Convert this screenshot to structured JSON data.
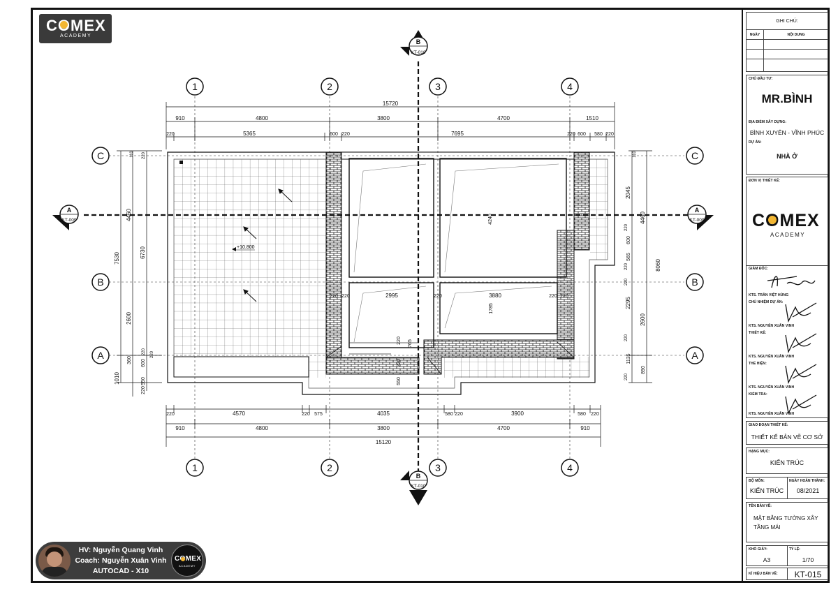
{
  "logo": {
    "word": "COMEX",
    "sub": "ACADEMY",
    "accent": "#f2b632"
  },
  "grid_axes": {
    "columns": [
      "1",
      "2",
      "3",
      "4"
    ],
    "rows": [
      "C",
      "B",
      "A"
    ]
  },
  "section_markers": {
    "B_top": {
      "letter": "B",
      "ref": "KT-010"
    },
    "B_bottom": {
      "letter": "B",
      "ref": "KT-010"
    },
    "A_left": {
      "letter": "A",
      "ref": "KT-009"
    },
    "A_right": {
      "letter": "A",
      "ref": "KT-009"
    }
  },
  "dimensions": {
    "top_total": "15720",
    "top_row1": [
      "910",
      "4800",
      "3800",
      "4700",
      "1510"
    ],
    "top_row2": [
      "220",
      "5365",
      "600",
      "220",
      "7695",
      "220",
      "600",
      "580",
      "220"
    ],
    "bottom_total": "15120",
    "bottom_row1": [
      "220",
      "4570",
      "220",
      "575",
      "4035",
      "580",
      "220",
      "3900",
      "580",
      "220"
    ],
    "bottom_row2": [
      "910",
      "4800",
      "3800",
      "4700",
      "910"
    ],
    "left_outer": [
      "7530",
      "1010"
    ],
    "left_inner": [
      "4460",
      "2600",
      "360"
    ],
    "left_mid": [
      "6730",
      "600",
      "550",
      "220"
    ],
    "left_small": [
      "110",
      "220",
      "220",
      "220"
    ],
    "right_outer": "8060",
    "right_inner": [
      "4460",
      "2600"
    ],
    "right_mid": [
      "2045",
      "600",
      "565",
      "2295",
      "1135",
      "890"
    ],
    "right_small": [
      "110",
      "220",
      "220",
      "220",
      "220",
      "220"
    ],
    "interior": [
      "4240",
      "2995",
      "3880",
      "1785",
      "220",
      "220",
      "220",
      "220",
      "220",
      "765",
      "220",
      "220",
      "550"
    ],
    "level": "+10.800"
  },
  "title_block": {
    "notes_label": "GHI CHÚ:",
    "notes_col_date": "NGÀY",
    "notes_col_content": "NỘI DUNG",
    "owner_label": "CHỦ ĐẦU TƯ:",
    "owner": "MR.BÌNH",
    "location_label": "ĐỊA ĐIỂM XÂY DỰNG:",
    "location": "BÌNH XUYÊN - VĨNH PHÚC",
    "project_label": "DỰ ÁN:",
    "project": "NHÀ Ở",
    "designer_unit_label": "ĐƠN VỊ THIẾT KẾ:",
    "director_label": "GIÁM ĐỐC:",
    "director": "KTS. TRẦN VIỆT HÙNG",
    "pm_label": "CHỦ NHIỆM DỰ ÁN:",
    "pm": "KTS. NGUYỄN XUÂN VINH",
    "design_label": "THIẾT KẾ:",
    "design": "KTS. NGUYỄN XUÂN VINH",
    "drafting_label": "THỂ HIỆN:",
    "drafting": "KTS. NGUYỄN XUÂN VINH",
    "check_label": "KIỂM TRA:",
    "check": "KTS. NGUYỄN XUÂN VINH",
    "stage_label": "GIAO ĐOẠN THIẾT KẾ:",
    "stage": "THIẾT KẾ BẢN VẼ CƠ SỞ",
    "item_label": "HẠNG MỤC:",
    "item": "KIẾN TRÚC",
    "dept_label": "BỘ MÔN:",
    "dept": "KIẾN TRÚC",
    "date_label": "NGÀY HOÀN THÀNH:",
    "date": "08/2021",
    "drawing_name_label": "TÊN BẢN VẼ:",
    "drawing_name_1": "MẶT BẰNG TƯỜNG XÂY",
    "drawing_name_2": "TẦNG MÁI",
    "paper_label": "KHỔ GIẤY:",
    "paper": "A3",
    "scale_label": "TỶ LỆ:",
    "scale": "1/70",
    "code_label": "KÍ HIỆU BẢN VẼ:",
    "code": "KT-015"
  },
  "badge": {
    "line1": "HV: Nguyễn Quang Vinh",
    "line2": "Coach: Nguyễn Xuân Vinh",
    "line3": "AUTOCAD - X10"
  }
}
